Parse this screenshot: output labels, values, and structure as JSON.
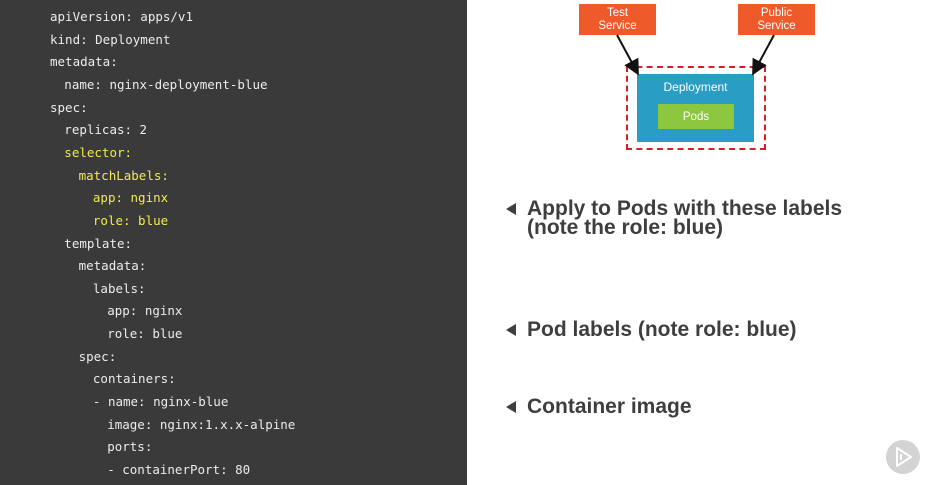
{
  "code": {
    "lines": [
      {
        "text": "apiVersion: apps/v1",
        "indent": 0,
        "highlight": false
      },
      {
        "text": "kind: Deployment",
        "indent": 0,
        "highlight": false
      },
      {
        "text": "metadata:",
        "indent": 0,
        "highlight": false
      },
      {
        "text": "name: nginx-deployment-blue",
        "indent": 1,
        "highlight": false
      },
      {
        "text": "spec:",
        "indent": 0,
        "highlight": false
      },
      {
        "text": "replicas: 2",
        "indent": 1,
        "highlight": false
      },
      {
        "text": "selector:",
        "indent": 1,
        "highlight": true
      },
      {
        "text": "matchLabels:",
        "indent": 2,
        "highlight": true
      },
      {
        "text": "app: nginx",
        "indent": 3,
        "highlight": true
      },
      {
        "text": "role: blue",
        "indent": 3,
        "highlight": true
      },
      {
        "text": "template:",
        "indent": 1,
        "highlight": false
      },
      {
        "text": "metadata:",
        "indent": 2,
        "highlight": false
      },
      {
        "text": "labels:",
        "indent": 3,
        "highlight": false
      },
      {
        "text": "app: nginx",
        "indent": 4,
        "highlight": false
      },
      {
        "text": "role: blue",
        "indent": 4,
        "highlight": false
      },
      {
        "text": "spec:",
        "indent": 2,
        "highlight": false
      },
      {
        "text": "containers:",
        "indent": 3,
        "highlight": false
      },
      {
        "text": "- name: nginx-blue",
        "indent": 3,
        "highlight": false
      },
      {
        "text": "image: nginx:1.x.x-alpine",
        "indent": 4,
        "highlight": false
      },
      {
        "text": "ports:",
        "indent": 4,
        "highlight": false
      },
      {
        "text": "- containerPort: 80",
        "indent": 4,
        "highlight": false
      }
    ]
  },
  "diagram": {
    "test_service": {
      "line1": "Test",
      "line2": "Service"
    },
    "public_service": {
      "line1": "Public",
      "line2": "Service"
    },
    "deployment_label": "Deployment",
    "pods_label": "Pods"
  },
  "notes": {
    "selector_note": "Apply to Pods with these labels\n(note the role: blue)",
    "pod_labels_note": "Pod labels (note role: blue)",
    "container_image_note": "Container image"
  },
  "icons": {
    "note_arrow": "left-triangle-icon",
    "play": "play-icon"
  },
  "colors": {
    "code_background": "#3a3a3a",
    "code_text": "#ececec",
    "code_highlight": "#f1ec4b",
    "service_box": "#ee5a2a",
    "deployment_box": "#2a9dc4",
    "pods_box": "#8dc63f",
    "selection_frame": "#d0202a"
  }
}
